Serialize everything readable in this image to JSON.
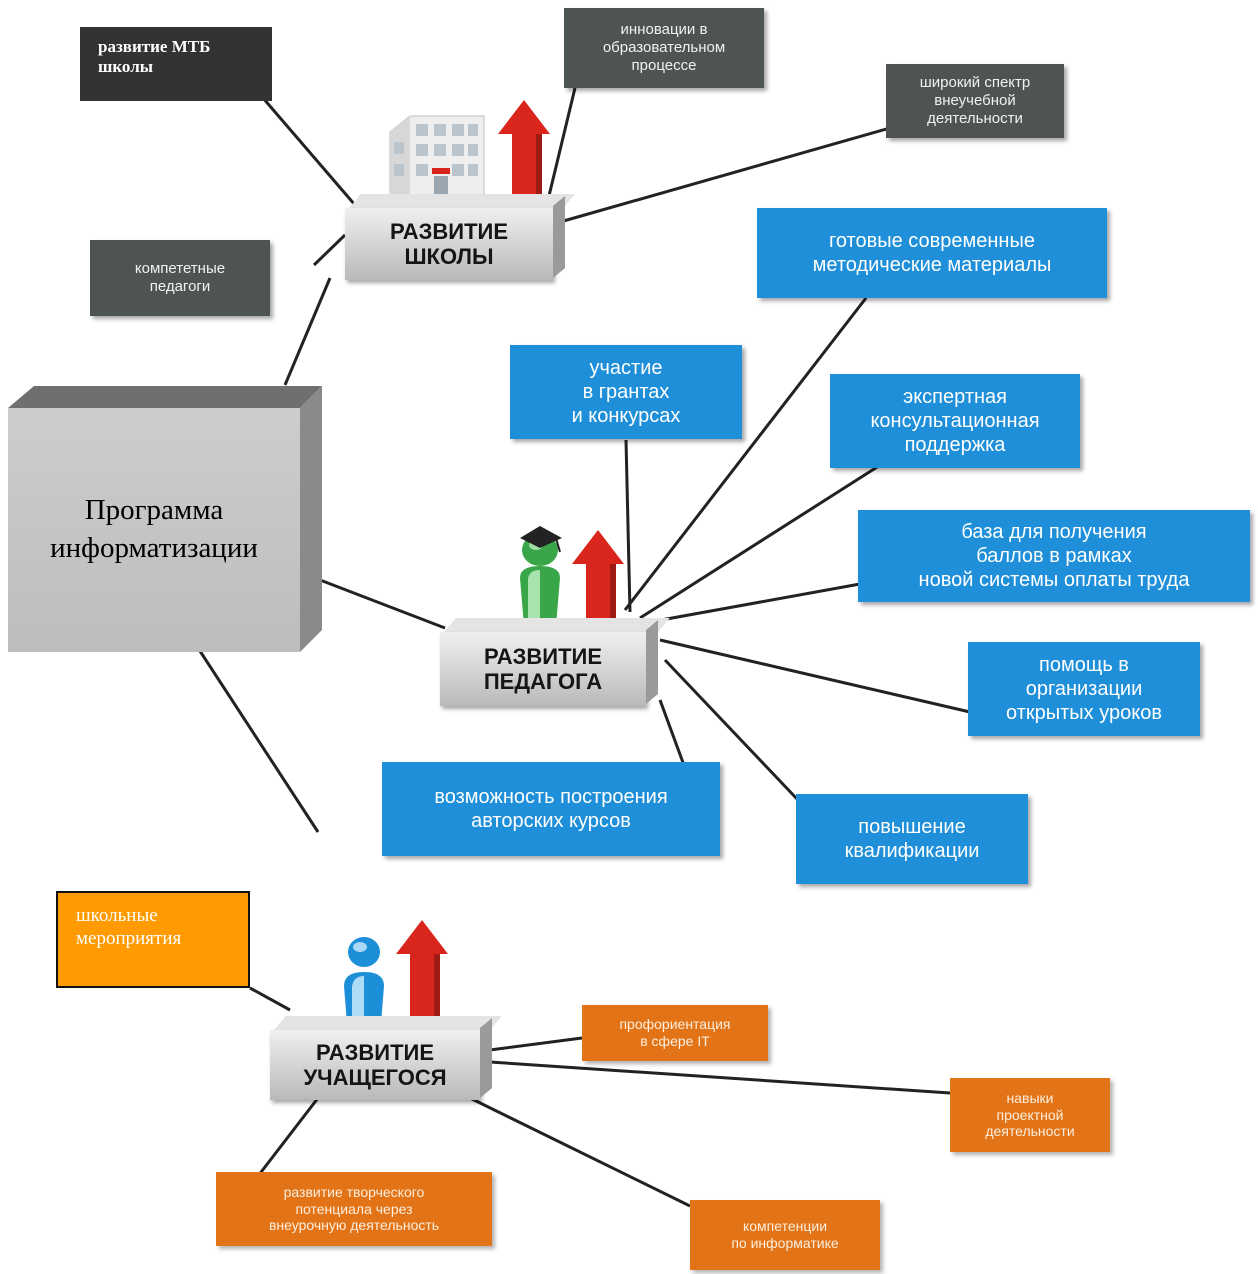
{
  "central_program": "Программа\nинформатизации",
  "school": {
    "pedestal_label": "РАЗВИТИЕ\nШКОЛЫ",
    "mtb": "развитие МТБ\nшколы",
    "innovations": "инновации в\nобразовательном\nпроцессе",
    "extracurricular_spectrum": "широкий спектр\nвнеучебной\nдеятельности",
    "competent_teachers": "компететные\nпедагоги"
  },
  "teacher": {
    "pedestal_label": "РАЗВИТИЕ\nПЕДАГОГА",
    "ready_materials": "готовые современные\nметодические материалы",
    "grants": "участие\nв грантах\nи конкурсах",
    "expert_support": "экспертная\nконсультационная\nподдержка",
    "points_base": "база для получения\nбаллов в рамках\nновой системы оплаты труда",
    "open_lessons": "помощь в\nорганизации\nоткрытых уроков",
    "author_courses": "возможность построения\nавторских курсов",
    "qualification": "повышение\nквалификации"
  },
  "student": {
    "pedestal_label": "РАЗВИТИЕ\nУЧАЩЕГОСЯ",
    "school_events": "школьные\nмероприятия",
    "career_it": "профориентация\nв сфере  IT",
    "project_skills": "навыки\nпроектной\nдеятельности",
    "creative_potential": "развитие творческого\nпотенциала через\nвнеурочную деятельность",
    "informatics_competence": "компетенции\nпо информатике"
  },
  "colors": {
    "gray_box": "#4e5551",
    "blue_box": "#1e8fd8",
    "orange_box": "#e27417",
    "orange_highlight": "#ff9a00",
    "arrow_red": "#d8261d",
    "lines": "#222222"
  },
  "icons": {
    "school": "building-icon",
    "teacher": "graduate-figure-icon",
    "student": "student-figure-icon",
    "growth": "up-arrow-icon"
  }
}
